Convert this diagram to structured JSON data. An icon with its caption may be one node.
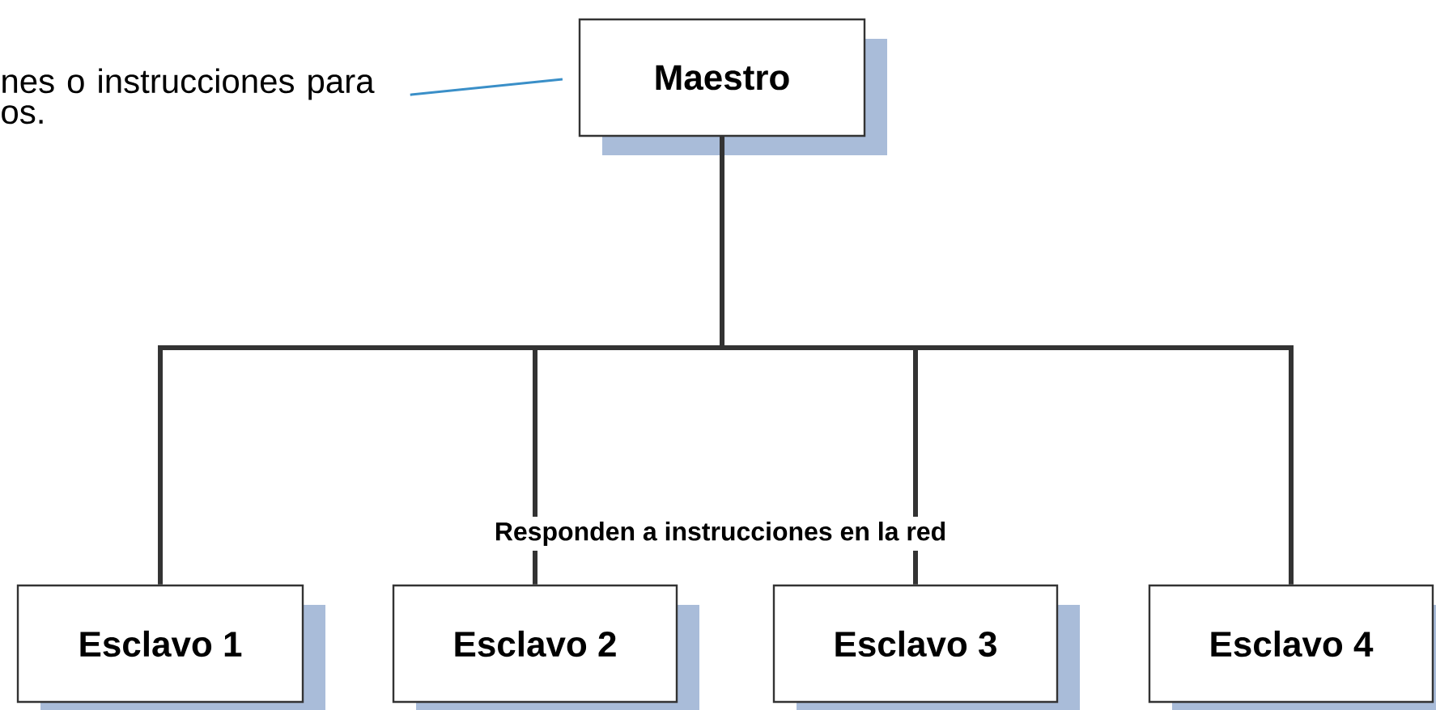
{
  "diagram": {
    "nodes": [
      {
        "text": [
          "nes o instrucciones para os."
        ]
      },
      {
        "text": [
          "Maestro"
        ]
      },
      {
        "text": [
          "Esclavo 1"
        ]
      },
      {
        "text": [
          "Esclavo 2"
        ]
      },
      {
        "text": [
          "Esclavo 3"
        ]
      },
      {
        "text": [
          "Esclavo 4"
        ]
      }
    ],
    "edges": [
      {
        "from": 0,
        "to": 1,
        "arrow": "none",
        "color": "#3a8fc8"
      },
      {
        "from": 1,
        "to": 2,
        "arrow": "none"
      },
      {
        "from": 1,
        "to": 3,
        "arrow": "none"
      },
      {
        "from": 1,
        "to": 4,
        "arrow": "none"
      },
      {
        "from": 1,
        "to": 5,
        "arrow": "none"
      }
    ],
    "labels": [
      "Responden a instrucciones en la red"
    ]
  }
}
